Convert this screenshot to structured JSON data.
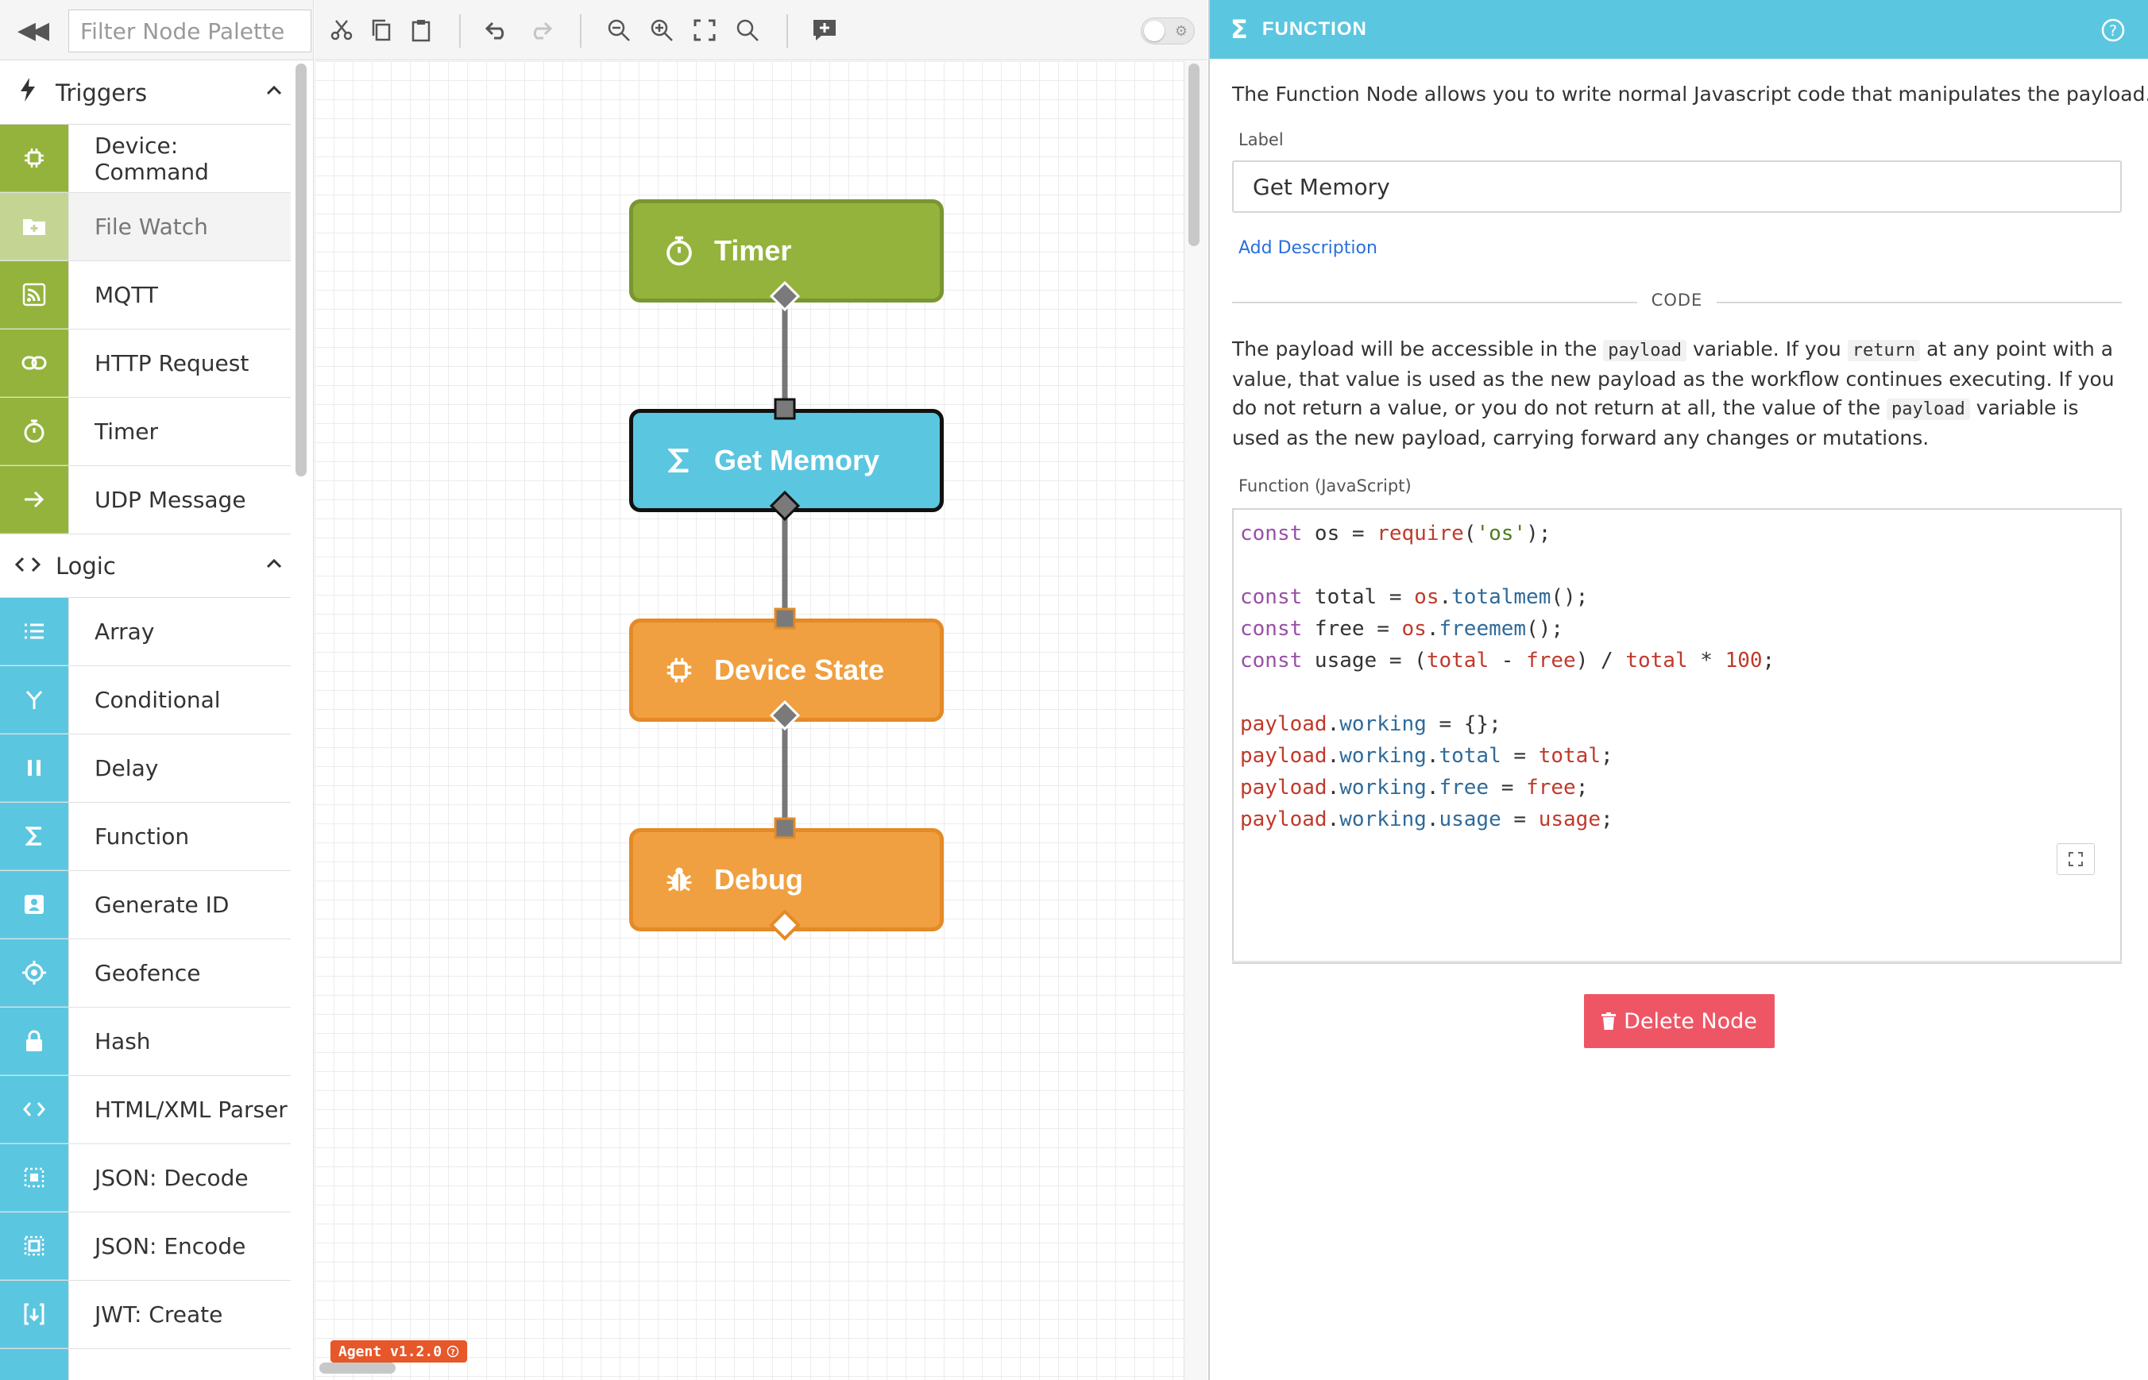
{
  "palette": {
    "filter_placeholder": "Filter Node Palette",
    "categories": [
      {
        "label": "Triggers",
        "items": [
          {
            "label": "Device: Command",
            "icon": "chip-icon"
          },
          {
            "label": "File Watch",
            "icon": "folder-plus-icon"
          },
          {
            "label": "MQTT",
            "icon": "rss-icon"
          },
          {
            "label": "HTTP Request",
            "icon": "link-icon"
          },
          {
            "label": "Timer",
            "icon": "stopwatch-icon"
          },
          {
            "label": "UDP Message",
            "icon": "arrow-right-icon"
          }
        ]
      },
      {
        "label": "Logic",
        "items": [
          {
            "label": "Array",
            "icon": "list-icon"
          },
          {
            "label": "Conditional",
            "icon": "fork-icon"
          },
          {
            "label": "Delay",
            "icon": "pause-icon"
          },
          {
            "label": "Function",
            "icon": "sigma-icon"
          },
          {
            "label": "Generate ID",
            "icon": "id-badge-icon"
          },
          {
            "label": "Geofence",
            "icon": "crosshair-icon"
          },
          {
            "label": "Hash",
            "icon": "lock-icon"
          },
          {
            "label": "HTML/XML Parser",
            "icon": "code-icon"
          },
          {
            "label": "JSON: Decode",
            "icon": "json-decode-icon"
          },
          {
            "label": "JSON: Encode",
            "icon": "json-encode-icon"
          },
          {
            "label": "JWT: Create",
            "icon": "jwt-icon"
          }
        ]
      }
    ],
    "colors": {
      "triggers": "#94b33c",
      "logic": "#5bc6e0"
    }
  },
  "workflow": {
    "nodes": [
      {
        "label": "Timer",
        "icon": "stopwatch-icon",
        "color": "#94b33c"
      },
      {
        "label": "Get Memory",
        "icon": "sigma-icon",
        "color": "#5bc6e0",
        "selected": true
      },
      {
        "label": "Device State",
        "icon": "chip-icon",
        "color": "#f0a040"
      },
      {
        "label": "Debug",
        "icon": "bug-icon",
        "color": "#f0a040"
      }
    ],
    "agent_badge": "Agent v1.2.0"
  },
  "panel": {
    "title": "FUNCTION",
    "intro": "The Function Node allows you to write normal Javascript code that manipulates the payload.",
    "label_caption": "Label",
    "label_value": "Get Memory",
    "add_description": "Add Description",
    "code_section": "CODE",
    "code_desc": {
      "p1": "The payload will be accessible in the ",
      "c1": "payload",
      "p2": " variable. If you ",
      "c2": "return",
      "p3": " at any point with a value, that value is used as the new payload as the workflow continues executing. If you do not return a value, or you do not return at all, the value of the ",
      "c3": "payload",
      "p4": " variable is used as the new payload, carrying forward any changes or mutations."
    },
    "function_caption": "Function (JavaScript)",
    "code_lines": [
      "const os = require('os');",
      "",
      "const total = os.totalmem();",
      "const free = os.freemem();",
      "const usage = (total - free) / total * 100;",
      "",
      "payload.working = {};",
      "payload.working.total = total;",
      "payload.working.free = free;",
      "payload.working.usage = usage;"
    ],
    "delete_label": "Delete Node"
  }
}
